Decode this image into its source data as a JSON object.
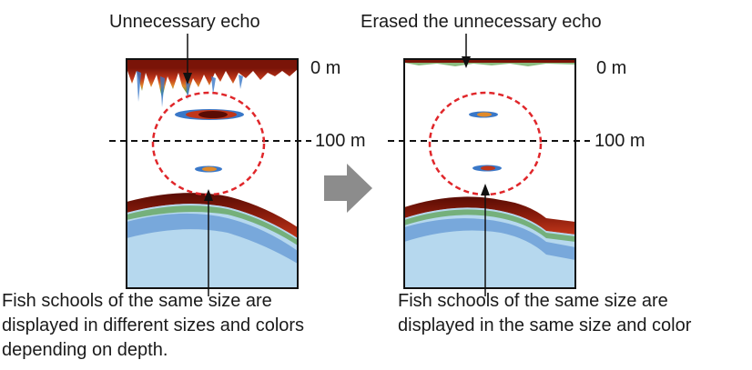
{
  "labels": {
    "unnecessary_echo": "Unnecessary echo",
    "erased_echo": "Erased the unnecessary echo",
    "depth_0_left": "0 m",
    "depth_0_right": "0 m",
    "depth_100_left": "100 m",
    "depth_100_right": "100 m"
  },
  "captions": {
    "left": [
      "Fish schools of the same size are",
      "displayed in different sizes and colors",
      "depending on depth."
    ],
    "right": [
      "Fish schools of the same size are",
      "displayed in the same size and color"
    ]
  },
  "colors": {
    "frame": "#111111",
    "dashed_line": "#111111",
    "highlight_ellipse": "#e0262a",
    "arrow_fill": "#8c8c8c",
    "echo_dark": "#7a1408",
    "echo_red": "#c0361a",
    "echo_orange": "#e08a2a",
    "echo_yellow": "#d8c83a",
    "echo_green": "#5aa04a",
    "echo_blue": "#3a78c8",
    "echo_lightblue": "#7ab8e0"
  },
  "icons": {
    "transition_arrow": "right-arrow-icon"
  }
}
